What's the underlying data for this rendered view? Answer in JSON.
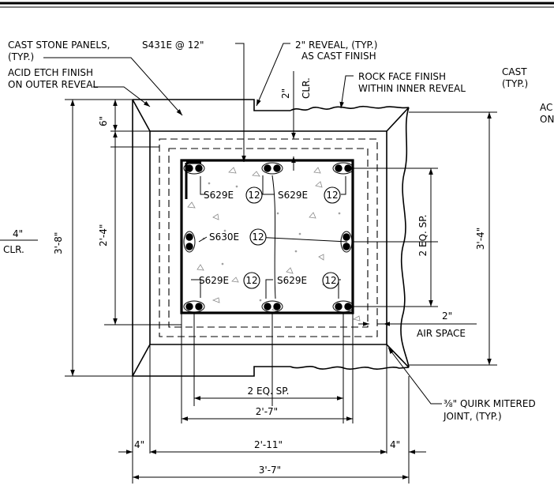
{
  "labels": {
    "cast_stone_panels": "CAST STONE PANELS,",
    "typ_1": "(TYP.)",
    "acid_etch_1": "ACID ETCH FINISH",
    "acid_etch_2": "ON OUTER REVEAL",
    "tie_spacing": "S431E @ 12\"",
    "reveal_1": "2\" REVEAL, (TYP.)",
    "reveal_2": "AS CAST FINISH",
    "rock_face_1": "ROCK FACE FINISH",
    "rock_face_2": "WITHIN INNER REVEAL",
    "clr_2in_a": "2\"",
    "clr_2in_b": "CLR.",
    "cut_cast": "CAST",
    "cut_typ": "(TYP.)",
    "cut_ac": "AC",
    "cut_on": "ON",
    "clr_4in_a": "4\"",
    "clr_4in_b": "CLR.",
    "air_space_a": "2\"",
    "air_space_b": "AIR SPACE",
    "quirk_1": "⅜\" QUIRK MITERED",
    "quirk_2": "JOINT, (TYP.)"
  },
  "bars": {
    "top_left": "S629E",
    "top_right": "S629E",
    "middle": "S630E",
    "bottom_left": "S629E",
    "bottom_right": "S629E",
    "count_top_left": "12",
    "count_top_right": "12",
    "count_middle": "12",
    "count_bottom_left": "12",
    "count_bottom_right": "12"
  },
  "dims": {
    "six_in": "6\"",
    "height_inner": "2'-4\"",
    "height_outer": "3'-8\"",
    "height_right": "3'-4\"",
    "eq_sp_vert": "2 EQ. SP.",
    "eq_sp_horiz": "2 EQ. SP.",
    "width_2_7": "2'-7\"",
    "width_2_11": "2'-11\"",
    "width_3_7": "3'-7\"",
    "four_in_left": "4\"",
    "four_in_right": "4\""
  },
  "colors": {
    "line": "#000000",
    "background": "#ffffff",
    "speckle": "#8a8a8a"
  }
}
